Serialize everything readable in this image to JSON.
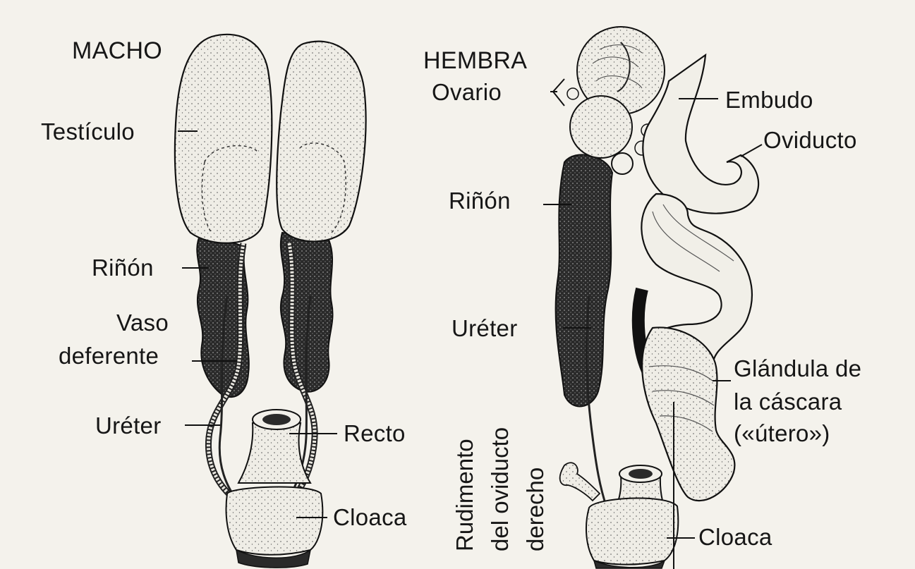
{
  "male": {
    "title": "MACHO",
    "labels": {
      "testis": "Testículo",
      "kidney": "Riñón",
      "vas_deferens_1": "Vaso",
      "vas_deferens_2": "deferente",
      "ureter": "Uréter",
      "rectum": "Recto",
      "cloaca": "Cloaca"
    }
  },
  "female": {
    "title": "HEMBRA",
    "labels": {
      "ovary": "Ovario",
      "infundibulum": "Embudo",
      "oviduct": "Oviducto",
      "kidney": "Riñón",
      "ureter": "Uréter",
      "shell_gland_1": "Glándula de",
      "shell_gland_2": "la cáscara",
      "shell_gland_3": "(«útero»)",
      "rudiment_1": "Rudimento",
      "rudiment_2": "del oviducto",
      "rudiment_3": "derecho",
      "cloaca": "Cloaca"
    }
  }
}
